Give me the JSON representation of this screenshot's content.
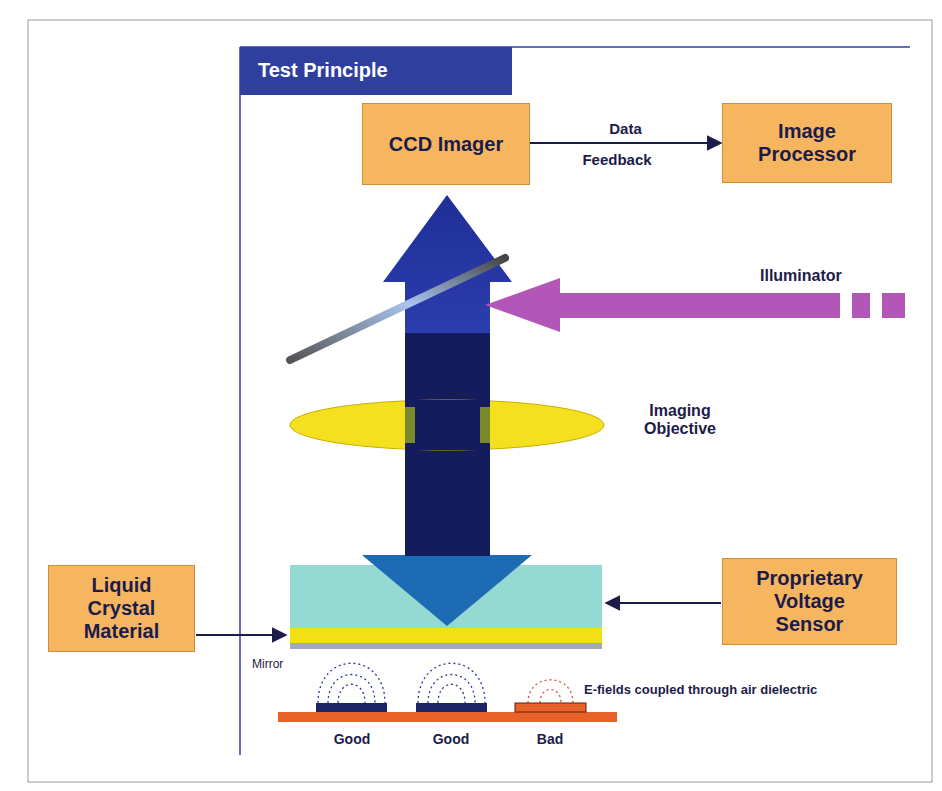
{
  "diagram": {
    "title": "Test Principle",
    "nodes": [
      {
        "text": [
          "CCD Imager"
        ]
      },
      {
        "text": [
          "Image Processor"
        ]
      },
      {
        "text": [
          "Liquid Crystal Material"
        ]
      },
      {
        "text": [
          "Proprietary Voltage Sensor"
        ]
      }
    ],
    "edges": [
      {
        "from": 0,
        "to": 1,
        "arrow": "to",
        "label": "Data"
      }
    ],
    "labels": [
      "Feedback",
      "Illuminator",
      "Imaging Objective",
      "Mirror",
      "E-fields coupled through air dielectric",
      "Good",
      "Good",
      "Bad"
    ]
  }
}
